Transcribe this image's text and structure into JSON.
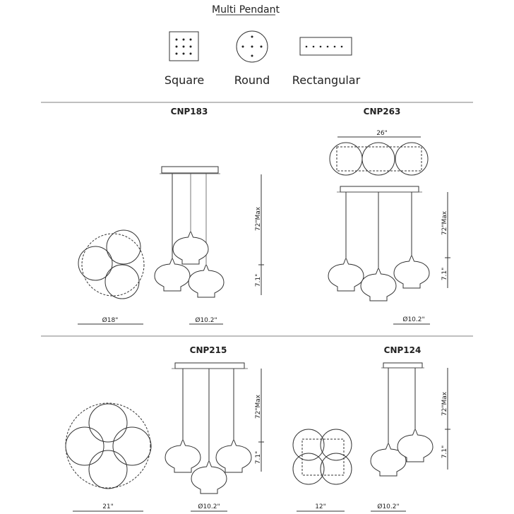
{
  "header": {
    "title": "Multi Pendant",
    "canopy_types": [
      {
        "label": "Square"
      },
      {
        "label": "Round"
      },
      {
        "label": "Rectangular"
      }
    ]
  },
  "products": {
    "cnp183": {
      "model": "CNP183",
      "height_max": "72\"Max",
      "shade_height": "7.1\"",
      "top_dim": "Ø18\"",
      "shade_dim": "Ø10.2\""
    },
    "cnp263": {
      "model": "CNP263",
      "height_max": "72\"Max",
      "shade_height": "7.1\"",
      "top_dim": "26\"",
      "shade_dim": "Ø10.2\""
    },
    "cnp215": {
      "model": "CNP215",
      "height_max": "72\"Max",
      "shade_height": "7.1\"",
      "top_dim": "21\"",
      "shade_dim": "Ø10.2\""
    },
    "cnp124": {
      "model": "CNP124",
      "height_max": "72\"Max",
      "shade_height": "7.1\"",
      "top_dim": "12\"",
      "shade_dim": "Ø10.2\""
    }
  }
}
